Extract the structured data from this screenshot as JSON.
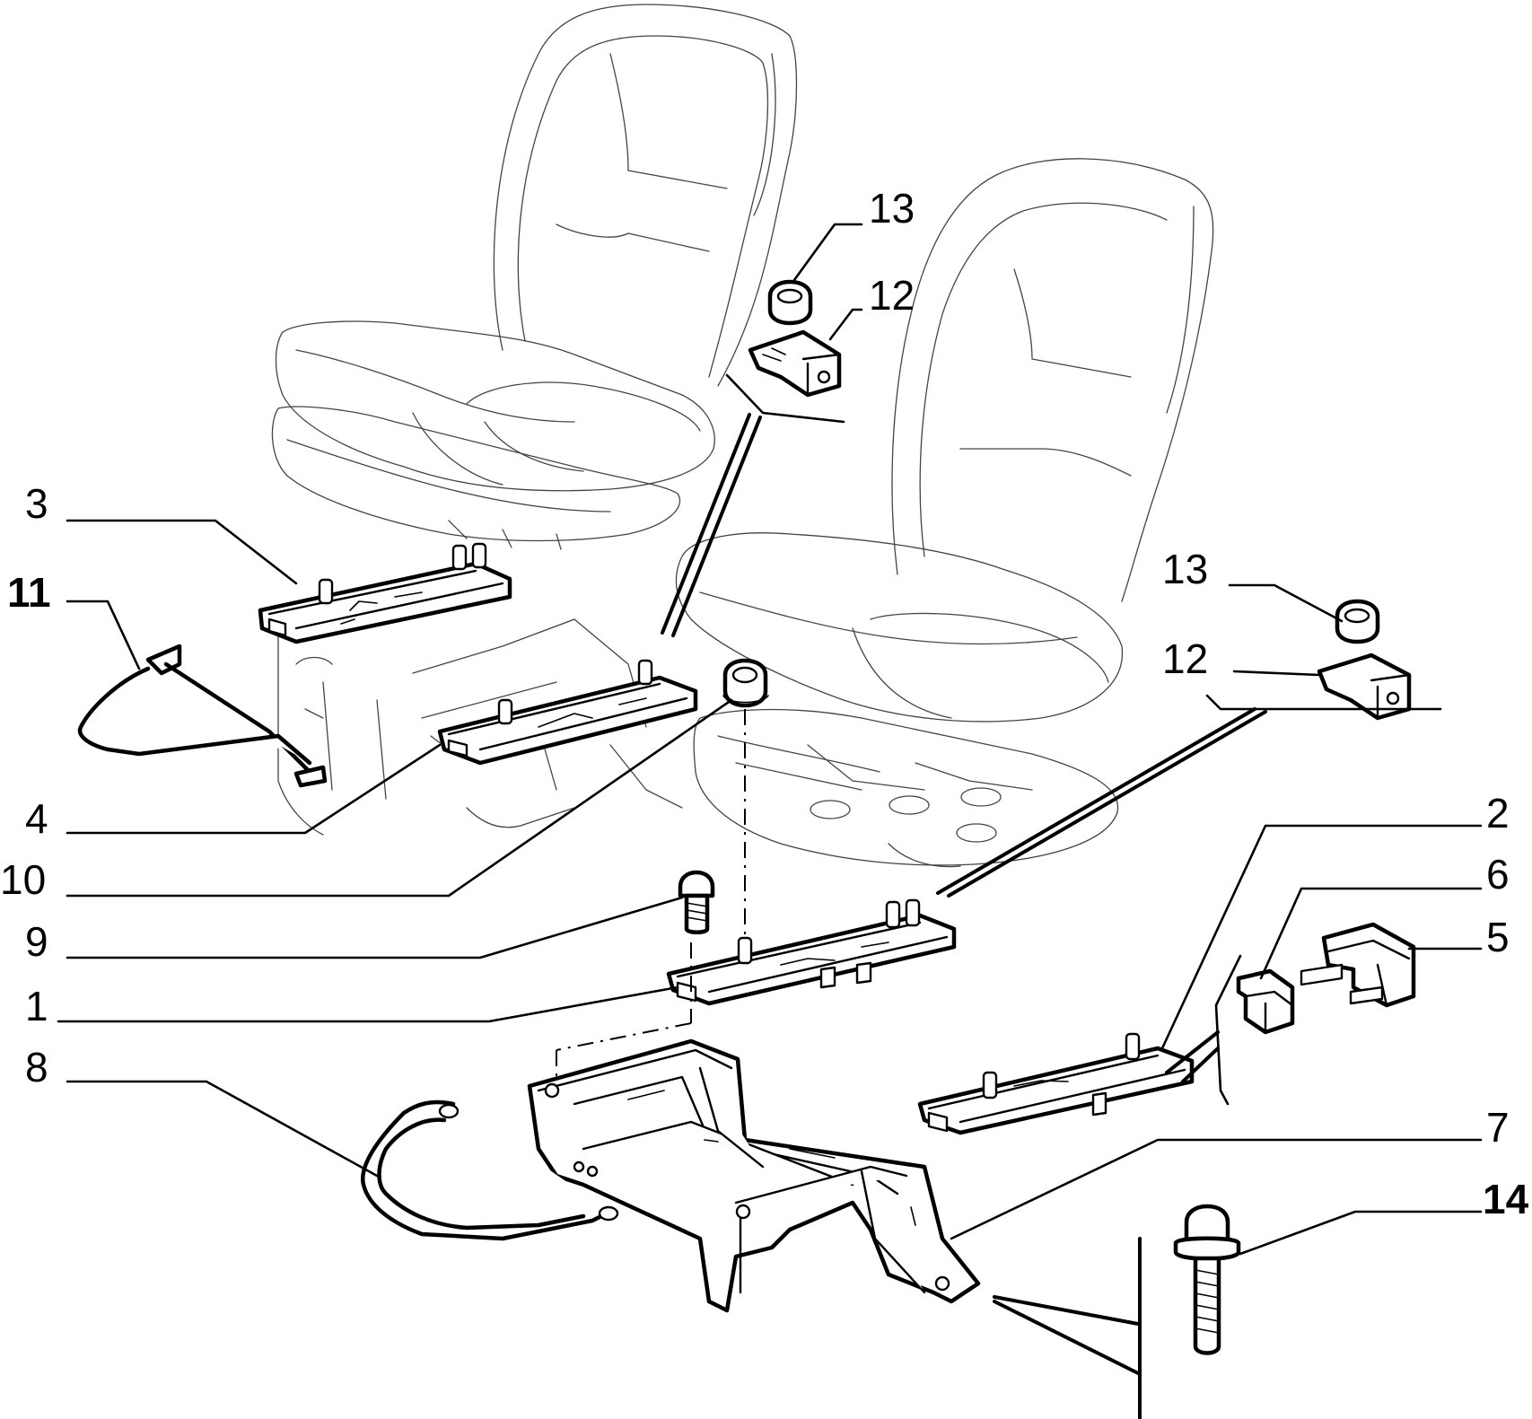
{
  "diagram": {
    "labels": {
      "n1": "1",
      "n2": "2",
      "n3": "3",
      "n4": "4",
      "n5": "5",
      "n6": "6",
      "n7": "7",
      "n8": "8",
      "n9": "9",
      "n10": "10",
      "n11": "11",
      "n12a": "12",
      "n12b": "12",
      "n13a": "13",
      "n13b": "13",
      "n14": "14"
    }
  }
}
